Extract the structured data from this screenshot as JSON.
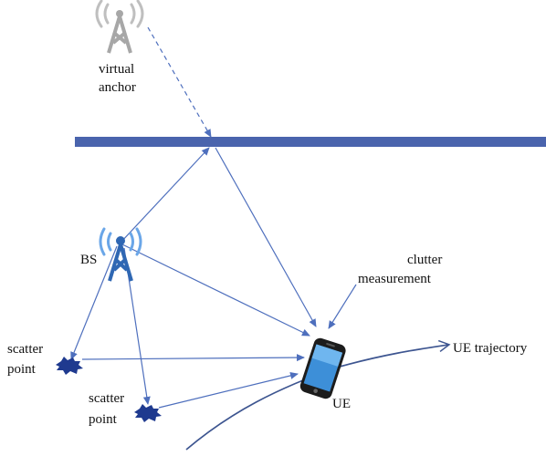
{
  "labels": {
    "virtual_anchor_line1": "virtual",
    "virtual_anchor_line2": "anchor",
    "bs": "BS",
    "clutter_line1": "clutter",
    "clutter_line2": "measurement",
    "scatter1_line1": "scatter",
    "scatter1_line2": "point",
    "scatter2_line1": "scatter",
    "scatter2_line2": "point",
    "ue": "UE",
    "trajectory": "UE trajectory"
  },
  "colors": {
    "wall": "#4a64ad",
    "ray": "#4e6fbd",
    "bs_tower": "#2f67b3",
    "bs_waves": "#6aa6e8",
    "virtual_tower": "#a7a7a7",
    "virtual_waves": "#bfbfbf",
    "trajectory": "#3d5590",
    "scatter": "#1f3a8f",
    "phone_body": "#1c1c1c",
    "phone_screen": "#3d8fd8"
  },
  "icons": {
    "virtual_anchor": "tower-icon",
    "bs": "tower-icon",
    "ue": "smartphone-icon",
    "scatter": "scatter-point-icon"
  }
}
